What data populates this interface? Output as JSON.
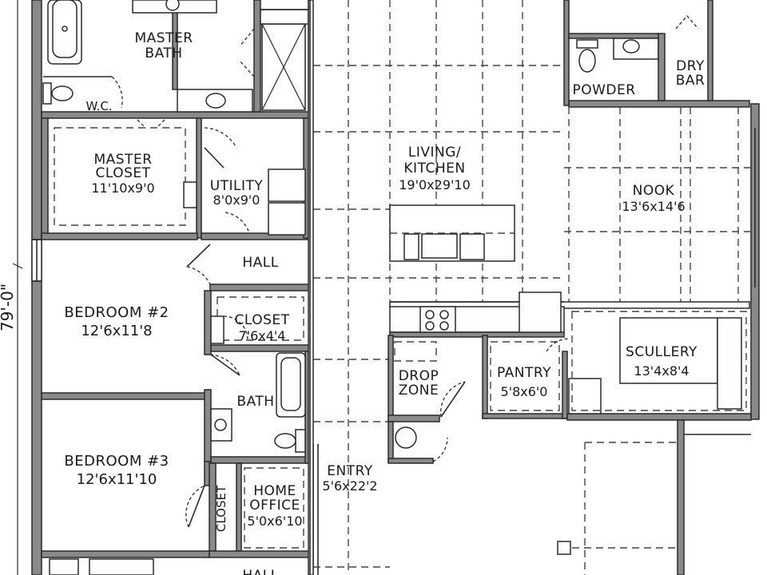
{
  "plan": {
    "overall_dimension": "79'-0\"",
    "rooms": {
      "master_bath": {
        "name_line1": "MASTER",
        "name_line2": "BATH"
      },
      "wc": {
        "name": "W.C."
      },
      "master_closet": {
        "name_line1": "MASTER",
        "name_line2": "CLOSET",
        "dims": "11'10x9'0"
      },
      "utility": {
        "name": "UTILITY",
        "dims": "8'0x9'0"
      },
      "hall": {
        "name": "HALL"
      },
      "hall_bottom": {
        "name": "HALL"
      },
      "bedroom2": {
        "name": "BEDROOM #2",
        "dims": "12'6x11'8"
      },
      "closet": {
        "name": "CLOSET",
        "dims": "7'6x4'4"
      },
      "bath": {
        "name": "BATH"
      },
      "bedroom3": {
        "name": "BEDROOM #3",
        "dims": "12'6x11'10"
      },
      "closet_small": {
        "name": "CLOSET"
      },
      "home_office": {
        "name_line1": "HOME",
        "name_line2": "OFFICE",
        "dims": "5'0x6'10"
      },
      "entry": {
        "name": "ENTRY",
        "dims": "5'6x22'2"
      },
      "living_kitchen": {
        "name_line1": "LIVING/",
        "name_line2": "KITCHEN",
        "dims": "19'0x29'10"
      },
      "powder": {
        "name": "POWDER"
      },
      "dry_bar": {
        "name_line1": "DRY",
        "name_line2": "BAR"
      },
      "nook": {
        "name": "NOOK",
        "dims": "13'6x14'6"
      },
      "drop_zone": {
        "name_line1": "DROP",
        "name_line2": "ZONE"
      },
      "pantry": {
        "name": "PANTRY",
        "dims": "5'8x6'0"
      },
      "scullery": {
        "name": "SCULLERY",
        "dims": "13'4x8'4"
      }
    },
    "colors": {
      "wall": "#2a2a2a",
      "wall_fill": "#8a8a8a",
      "background": "#ffffff"
    }
  }
}
